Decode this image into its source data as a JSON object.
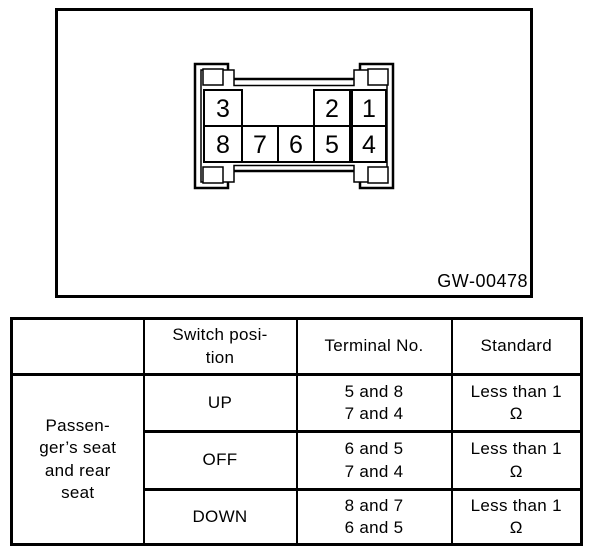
{
  "figure": {
    "code": "GW-00478"
  },
  "connector": {
    "pins": [
      "3",
      "2",
      "1",
      "8",
      "7",
      "6",
      "5",
      "4"
    ]
  },
  "table": {
    "headers": [
      "",
      "Switch posi-\ntion",
      "Terminal No.",
      "Standard"
    ],
    "row_group_label": "Passen-\nger’s seat\nand rear\nseat",
    "rows": [
      {
        "position": "UP",
        "terminals": "5 and 8\n7 and 4",
        "standard": "Less than 1\nΩ"
      },
      {
        "position": "OFF",
        "terminals": "6 and 5\n7 and 4",
        "standard": "Less than 1\nΩ"
      },
      {
        "position": "DOWN",
        "terminals": "8 and 7\n6 and 5",
        "standard": "Less than 1\nΩ"
      }
    ]
  }
}
